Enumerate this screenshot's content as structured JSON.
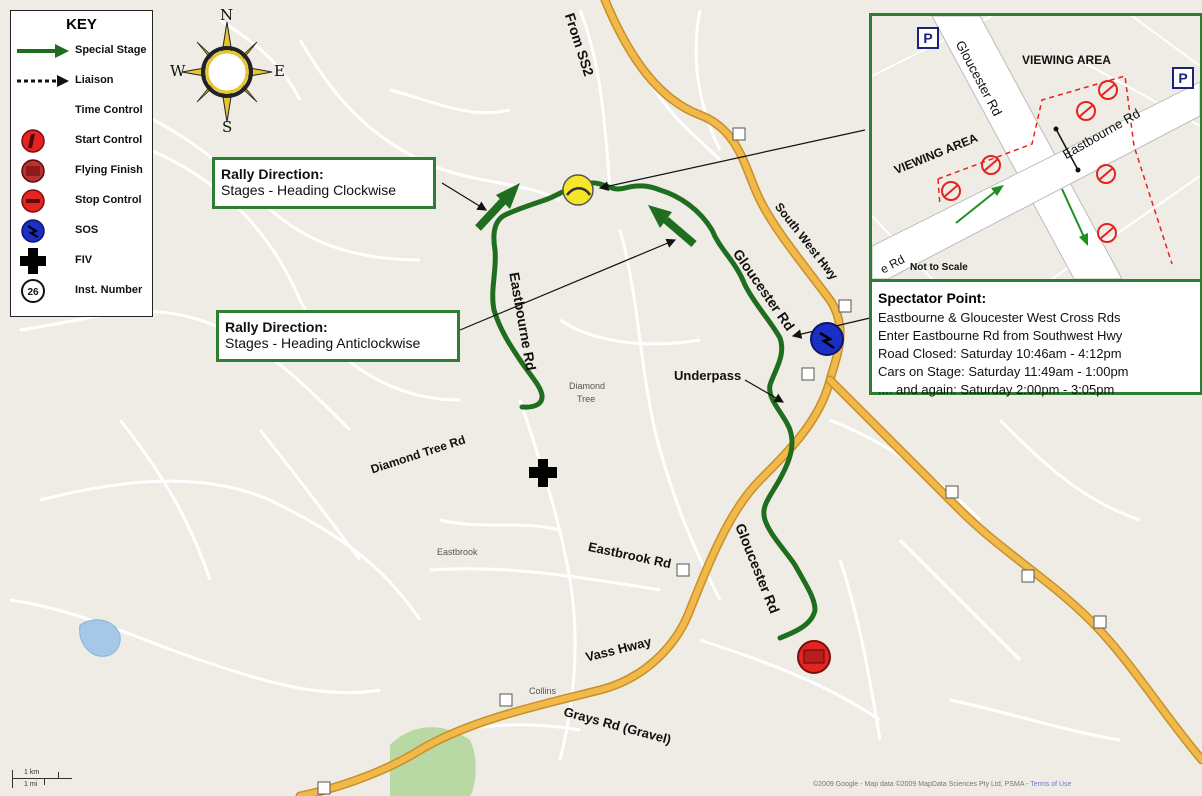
{
  "key": {
    "title": "KEY",
    "items": [
      {
        "icon": "special-stage-arrow-icon",
        "label": "Special Stage"
      },
      {
        "icon": "liaison-dotted-arrow-icon",
        "label": "Liaison"
      },
      {
        "icon": "time-control-icon",
        "label": "Time Control"
      },
      {
        "icon": "start-control-icon",
        "label": "Start Control"
      },
      {
        "icon": "flying-finish-icon",
        "label": "Flying Finish"
      },
      {
        "icon": "stop-control-icon",
        "label": "Stop Control"
      },
      {
        "icon": "sos-icon",
        "label": "SOS"
      },
      {
        "icon": "fiv-cross-icon",
        "label": "FIV"
      },
      {
        "icon": "instruction-number-icon",
        "label": "Inst. Number",
        "sample": "26"
      }
    ]
  },
  "compass": {
    "n": "N",
    "s": "S",
    "e": "E",
    "w": "W"
  },
  "road_labels": {
    "from_ss2": "From SS2",
    "south_west_hwy": "South West Hwy",
    "gloucester_rd_north": "Gloucester Rd",
    "gloucester_rd_south": "Gloucester Rd",
    "eastbourne_rd": "Eastbourne Rd",
    "diamond_tree_rd": "Diamond Tree Rd",
    "eastbrook_rd": "Eastbrook Rd",
    "vass_hway": "Vass Hway",
    "grays_rd": "Grays Rd (Gravel)",
    "underpass": "Underpass"
  },
  "towns": {
    "diamond_tree_1": "Diamond",
    "diamond_tree_2": "Tree",
    "eastbrook": "Eastbrook",
    "collins": "Collins"
  },
  "rally_clockwise": {
    "title": "Rally Direction:",
    "subtitle": "Stages - Heading Clockwise"
  },
  "rally_anticlockwise": {
    "title": "Rally Direction:",
    "subtitle": "Stages - Heading Anticlockwise"
  },
  "inset": {
    "parking": "P",
    "viewing_area_top": "VIEWING AREA",
    "viewing_area_left": "VIEWING AREA",
    "gloucester_rd": "Gloucester Rd",
    "eastbourne_rd": "Eastbourne Rd",
    "partial_rd": "e Rd",
    "not_to_scale": "Not to Scale"
  },
  "spectator_point": {
    "title": "Spectator Point:",
    "lines": [
      "Eastbourne & Gloucester West Cross Rds",
      "Enter Eastbourne Rd from Southwest Hwy",
      "Road Closed: Saturday 10:46am - 4:12pm",
      "Cars on Stage: Saturday 11:49am - 1:00pm",
      ".... and again: Saturday 2:00pm - 3:05pm"
    ]
  },
  "scale": {
    "top": "1 km",
    "bottom": "1 mi"
  },
  "credit": "©2009 Google - Map data ©2009 MapData Sciences Pty Ltd, PSMA -",
  "credit_link": "Terms of Use",
  "colors": {
    "stage_green": "#1f6e1f",
    "box_border": "#2e7d32",
    "highway": "#f1b84a",
    "map_bg": "#eeece4",
    "minor_road": "#ffffff",
    "stop_red": "#e52421",
    "sos_blue": "#1c2fc4",
    "time_yellow": "#f7e52a"
  }
}
